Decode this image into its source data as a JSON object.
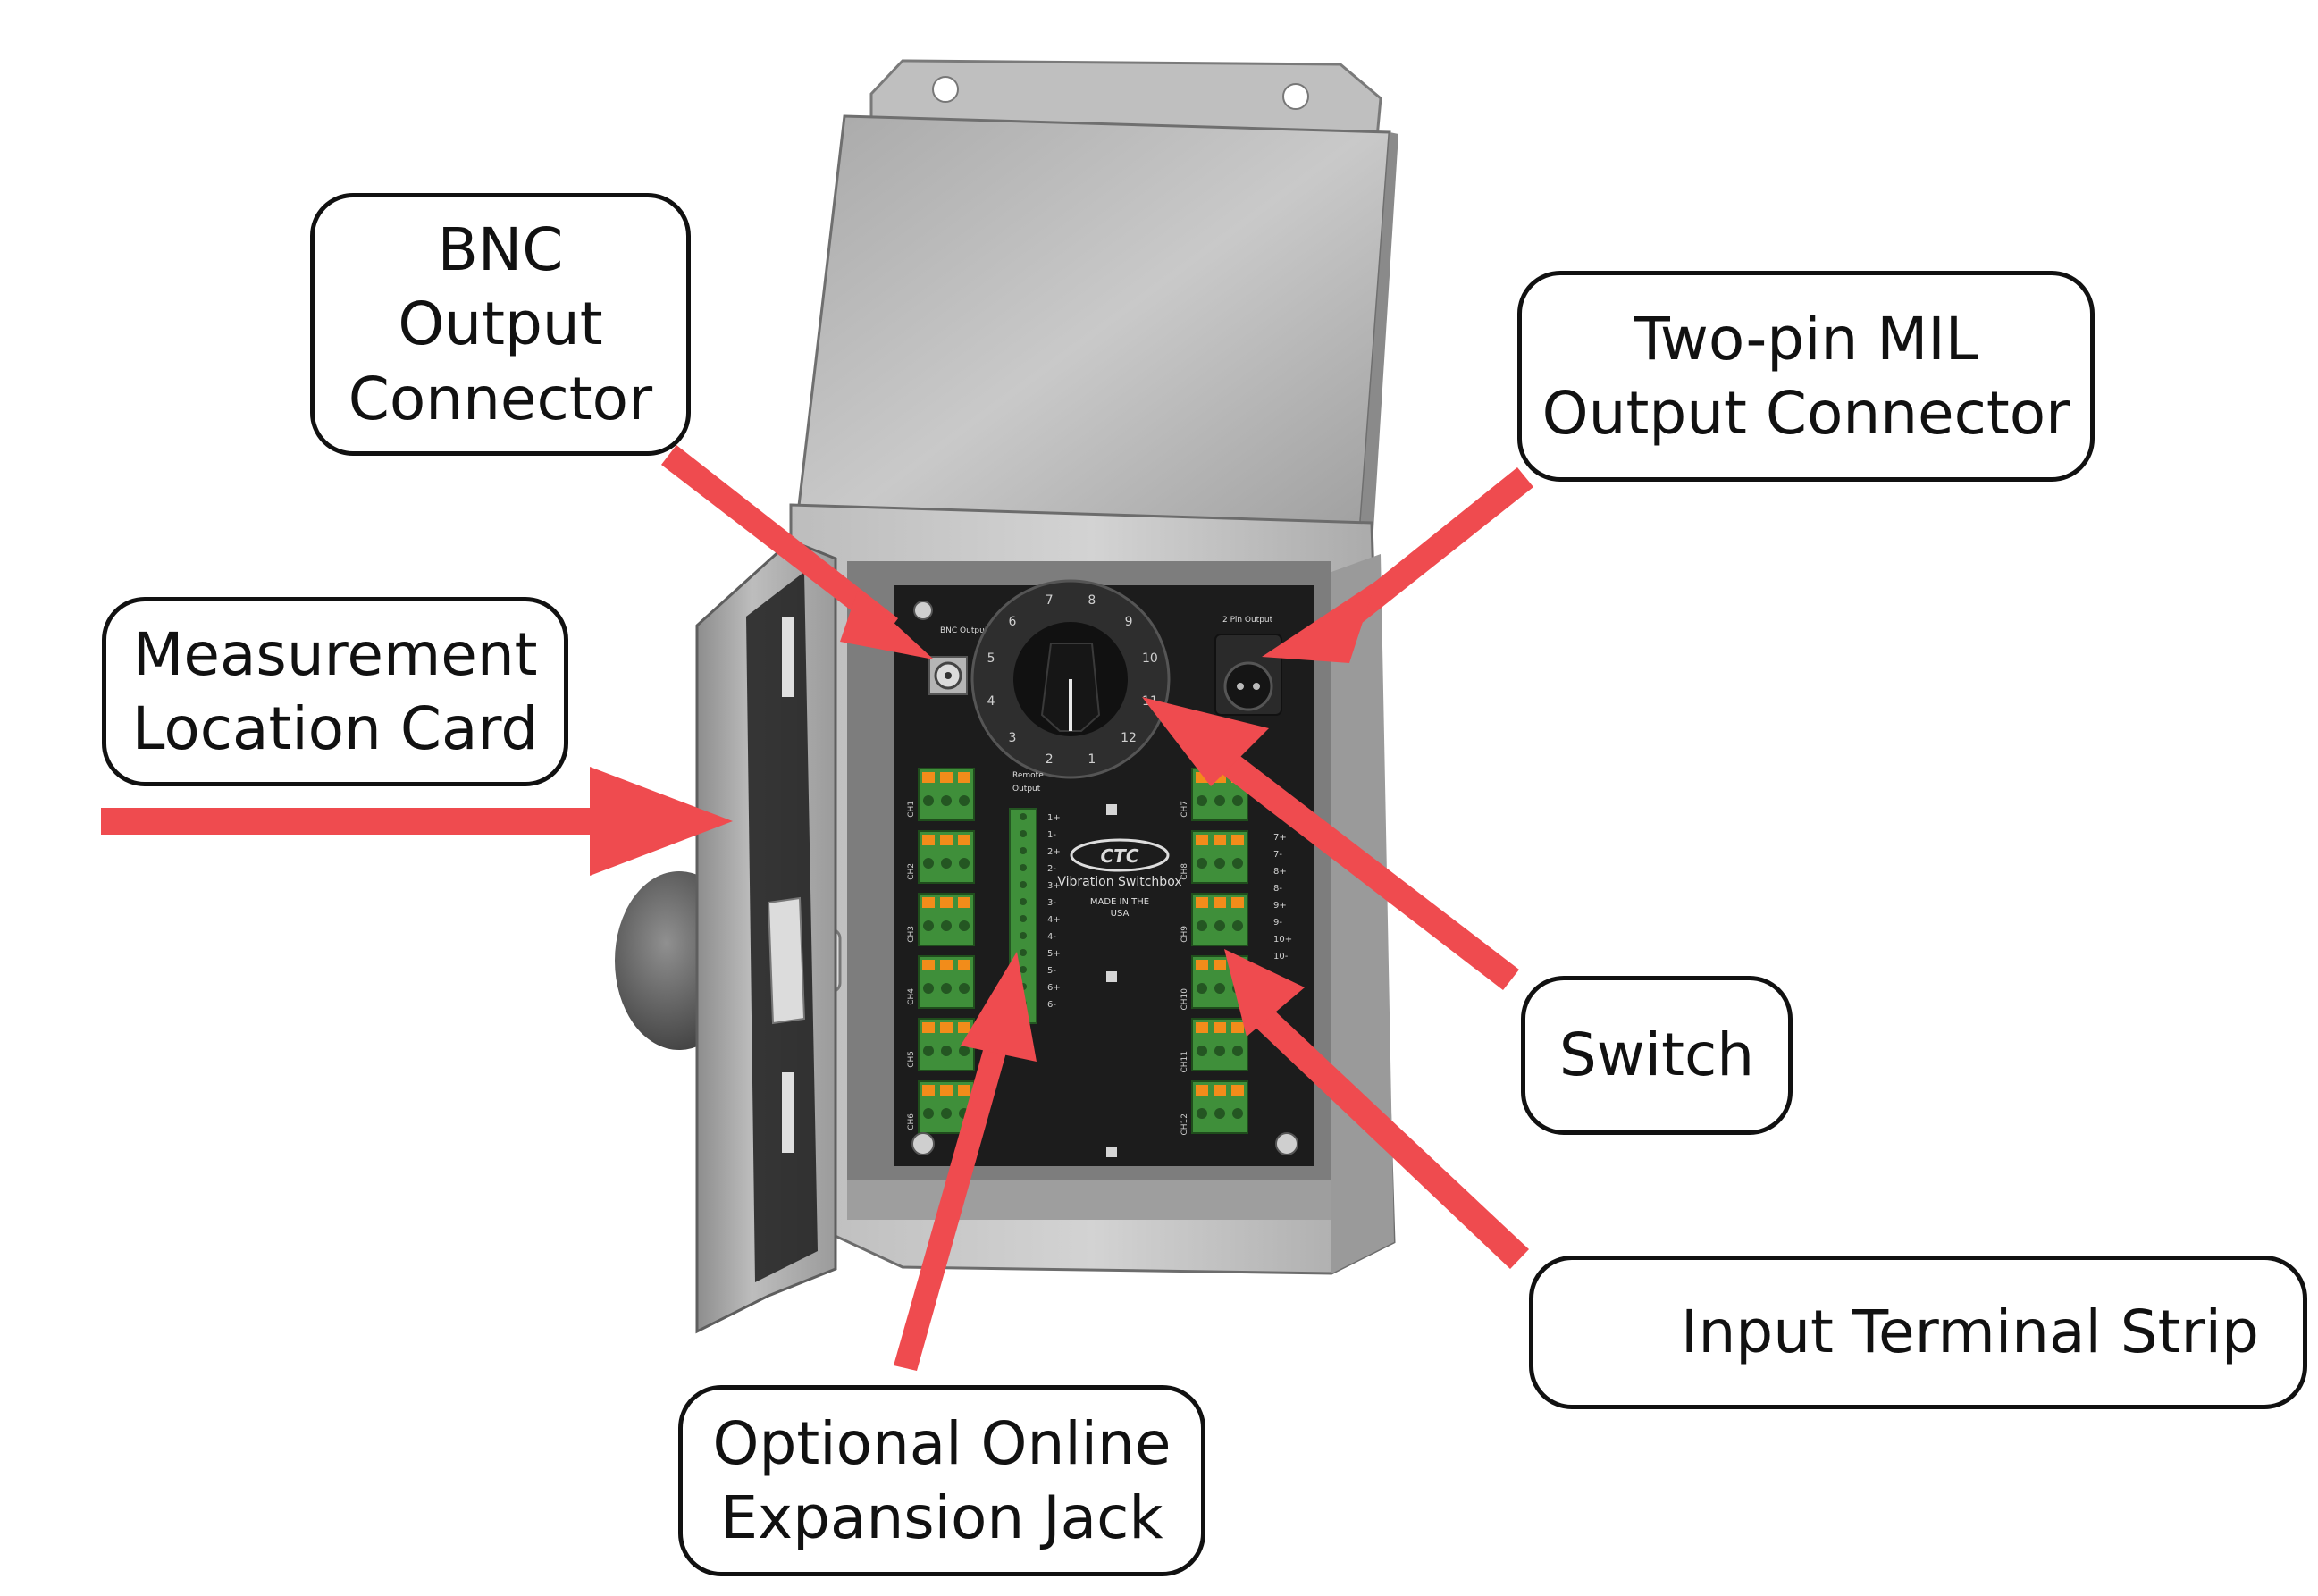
{
  "callouts": {
    "bnc": {
      "lines": [
        "BNC",
        "Output",
        "Connector"
      ]
    },
    "mil": {
      "lines": [
        "Two-pin MIL",
        "Output Connector"
      ]
    },
    "card": {
      "lines": [
        "Measurement",
        "Location Card"
      ]
    },
    "switch": {
      "lines": [
        "Switch"
      ]
    },
    "input": {
      "lines": [
        "Input Terminal Strip"
      ]
    },
    "jack": {
      "lines": [
        "Optional Online",
        "Expansion Jack"
      ]
    }
  },
  "panel": {
    "logo": "CTC",
    "product": "Vibration Switchbox",
    "made_in": [
      "MADE IN THE",
      "USA"
    ],
    "bnc_label": "BNC Output",
    "mil_label": "2 Pin Output",
    "remote_label": [
      "Remote",
      "Output"
    ],
    "dial_numbers": [
      "1",
      "2",
      "3",
      "4",
      "5",
      "6",
      "7",
      "8",
      "9",
      "10",
      "11",
      "12"
    ],
    "remote_pins": [
      "1+",
      "1-",
      "2+",
      "2-",
      "3+",
      "3-",
      "4+",
      "4-",
      "5+",
      "5-",
      "6+",
      "6-"
    ],
    "right_pins": [
      "7+",
      "7-",
      "8+",
      "8-",
      "9+",
      "9-",
      "10+",
      "10-"
    ],
    "left_channels": [
      "CH1",
      "CH2",
      "CH3",
      "CH4",
      "CH5",
      "CH6"
    ],
    "right_channels": [
      "CH7",
      "CH8",
      "CH9",
      "CH10",
      "CH11",
      "CH12"
    ]
  },
  "colors": {
    "arrow": "#ef4b4f",
    "steel": "#b9b9b9",
    "panel": "#1c1c1c",
    "terminal": "#3f8f3a"
  }
}
